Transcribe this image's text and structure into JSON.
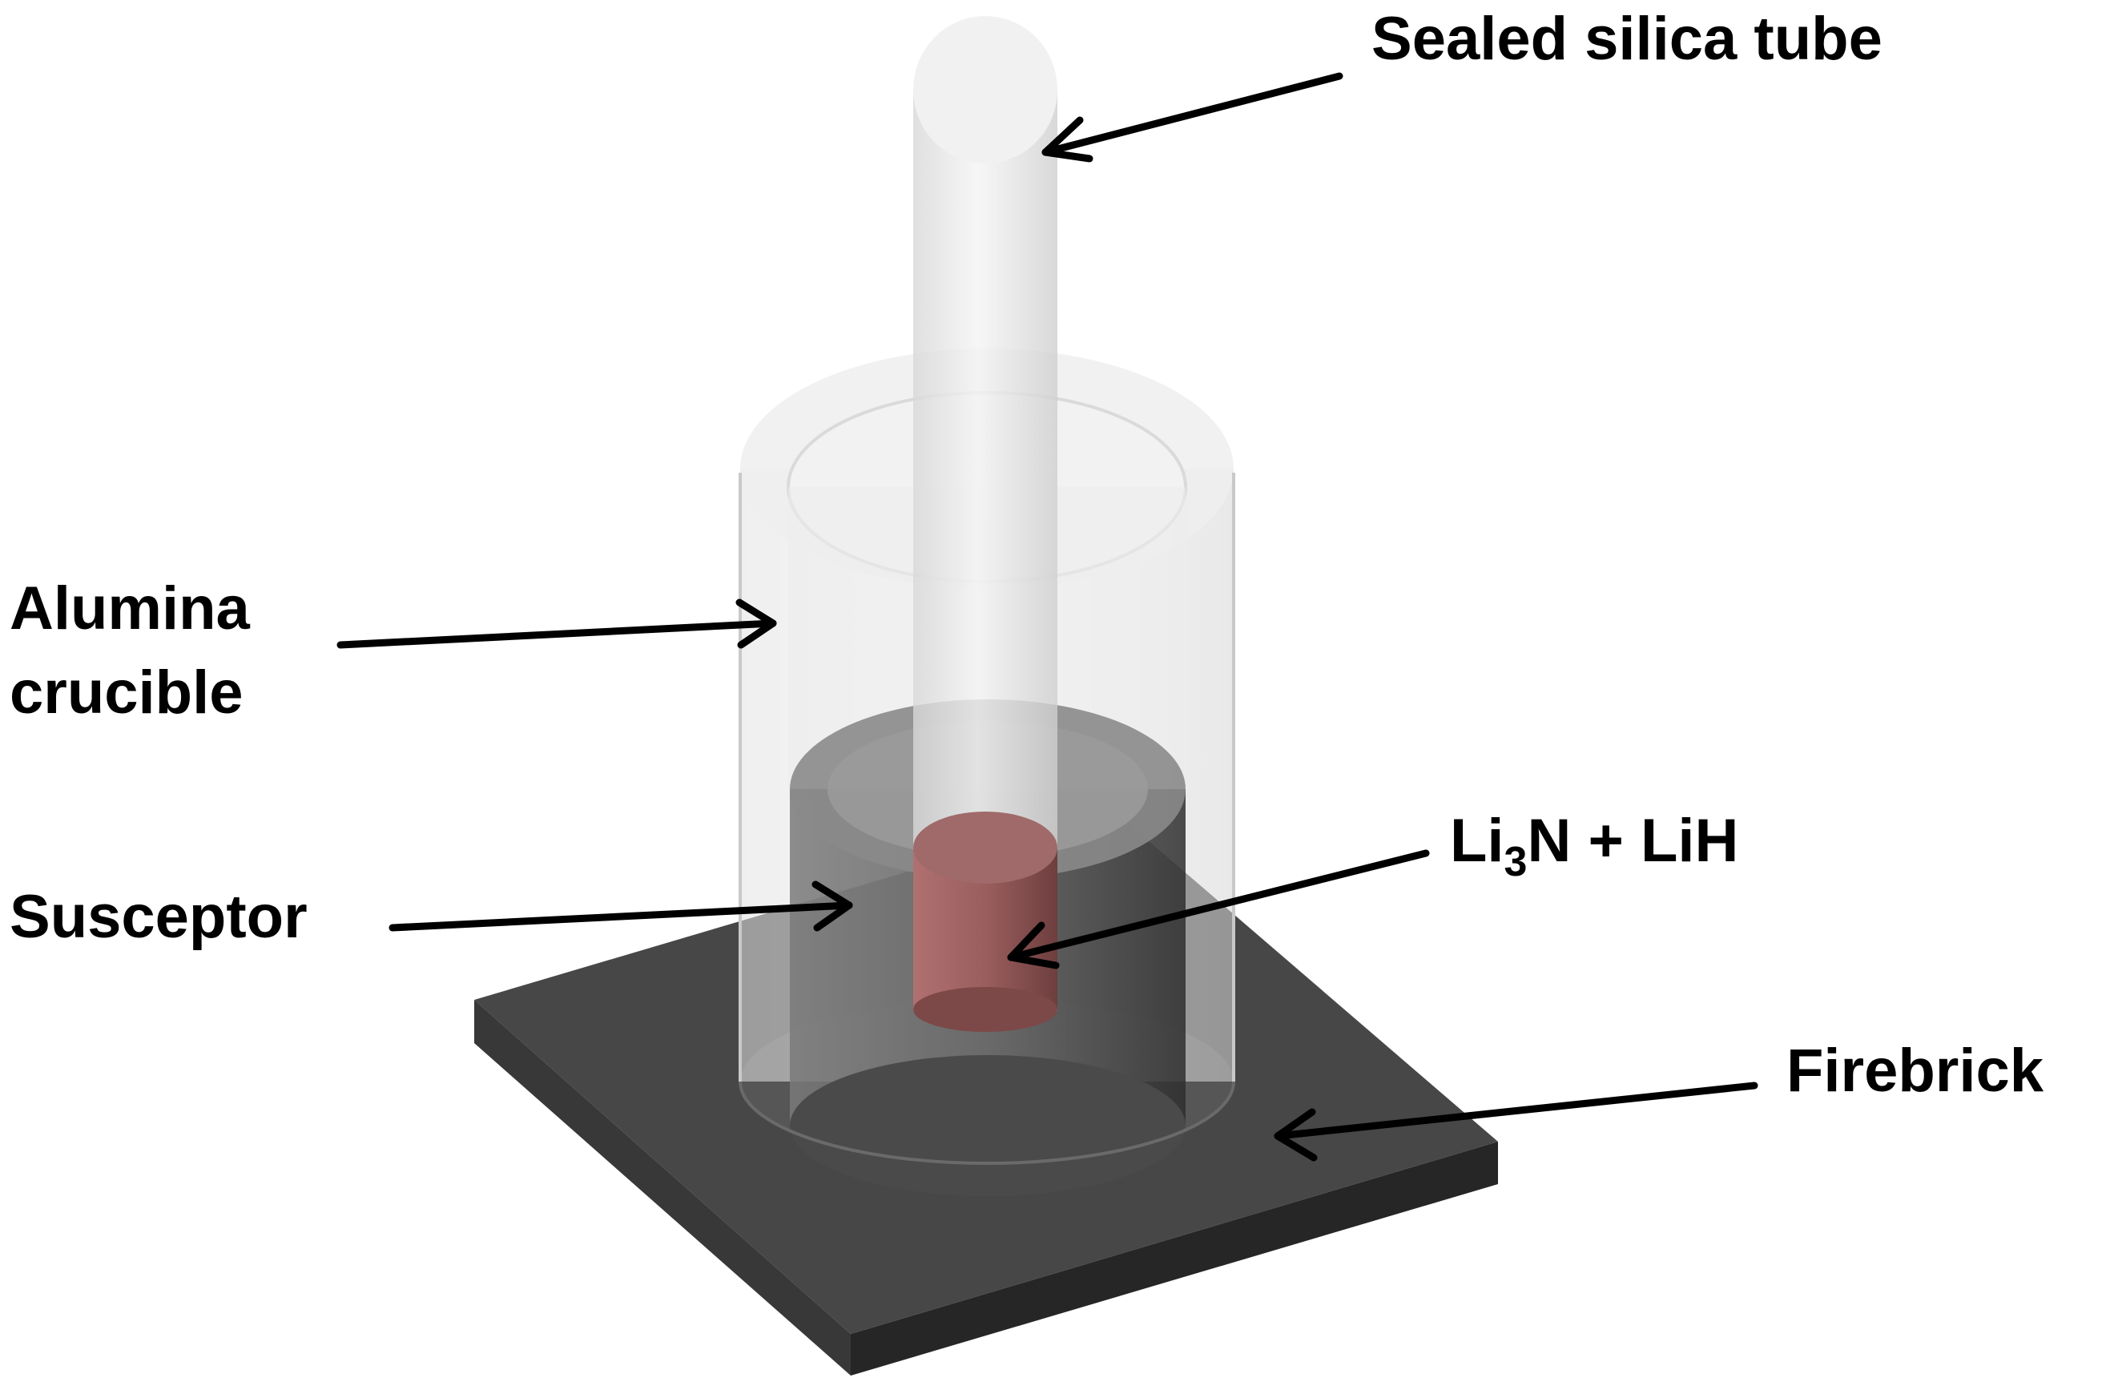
{
  "labels": {
    "tube": "Sealed silica tube",
    "crucible_line1": "Alumina",
    "crucible_line2": "crucible",
    "susceptor": "Susceptor",
    "sample_prefix": "Li",
    "sample_subscript": "3",
    "sample_suffix": "N + LiH",
    "firebrick": "Firebrick"
  },
  "colors": {
    "firebrick_top": "#474747",
    "firebrick_side": "#2c2c2c",
    "sample": "#9c6262",
    "susceptor": "#5a5a5a",
    "crucible": "#dcdcdc",
    "tube": "#e6e6e6"
  }
}
